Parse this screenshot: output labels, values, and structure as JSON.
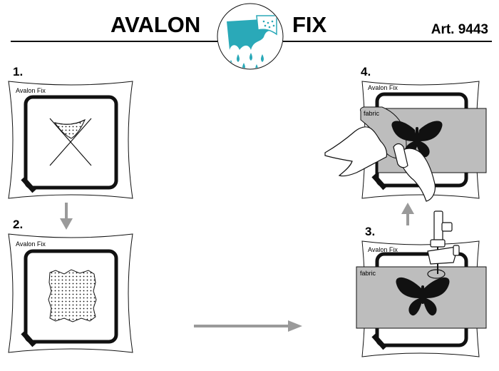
{
  "header": {
    "brand_left": "AVALON",
    "brand_right": "FIX",
    "article": "Art. 9443"
  },
  "steps": [
    {
      "number": "1.",
      "sheet_label": "Avalon Fix"
    },
    {
      "number": "2.",
      "sheet_label": "Avalon Fix"
    },
    {
      "number": "3.",
      "sheet_label": "Avalon Fix",
      "fabric_label": "fabric"
    },
    {
      "number": "4.",
      "sheet_label": "Avalon Fix",
      "fabric_label": "fabric"
    }
  ],
  "colors": {
    "line": "#111111",
    "arrow": "#9a9a9a",
    "fabric": "#bdbdbd",
    "logo_teal": "#2aa9b8",
    "butterfly": "#111111"
  },
  "icons": [
    "water-dissolve-logo-icon",
    "hoop-frame-icon",
    "do-not-iron-icon",
    "down-arrow-icon",
    "right-arrow-icon",
    "up-arrow-icon",
    "butterfly-icon",
    "sewing-foot-icon",
    "hand-icon"
  ]
}
